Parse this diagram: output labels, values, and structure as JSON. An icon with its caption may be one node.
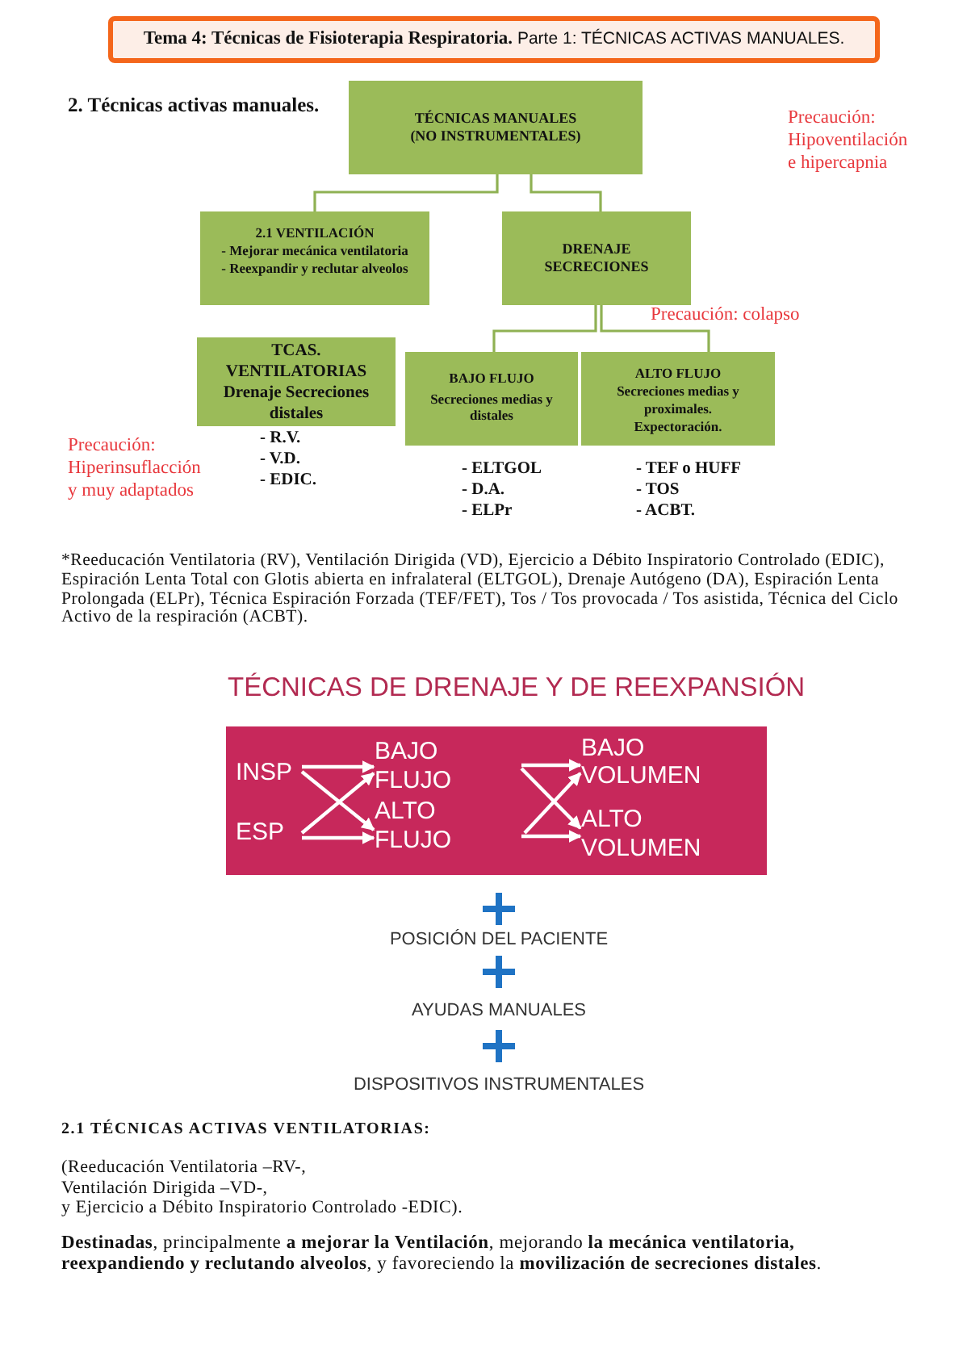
{
  "diagram": {
    "title": "**Tema 4: Técnicas de Fisioterapia Respiratoria.** Parte 1: TÉCNICAS ACTIVAS MANUALES.",
    "nodes": [
      {
        "text": [
          "TÉCNICAS MANUALES (NO INSTRUMENTALES)"
        ]
      },
      {
        "text": [
          "2.1 VENTILACIÓN",
          "- Mejorar mecánica ventilatoria",
          "- Reexpandir y reclutar alveolos"
        ]
      },
      {
        "text": [
          "DRENAJE SECRECIONES"
        ]
      },
      {
        "text": [
          "TCAS. VENTILATORIAS",
          "Drenaje Secreciones distales"
        ],
        "beside": [
          "- R.V.",
          "- V.D.",
          "- EDIC."
        ]
      },
      {
        "text": [
          "BAJO FLUJO",
          "Secreciones medias y distales"
        ],
        "beside": [
          "- ELTGOL",
          "- D.A.",
          "- ELPr"
        ]
      },
      {
        "text": [
          "ALTO FLUJO",
          "Secreciones medias y proximales. Expectoración."
        ],
        "beside": [
          "- TEF o HUFF",
          "- TOS",
          "- ACBT."
        ]
      },
      {
        "text": [],
        "shape": "box"
      },
      {
        "text": [
          "INSP"
        ],
        "in": 6
      },
      {
        "text": [
          "ESP"
        ],
        "in": 6
      },
      {
        "text": [
          "BAJO FLUJO"
        ],
        "in": 6
      },
      {
        "text": [
          "ALTO FLUJO"
        ],
        "in": 6
      },
      {
        "text": [
          "BAJO VOLUMEN"
        ],
        "in": 6
      },
      {
        "text": [
          "ALTO VOLUMEN"
        ],
        "in": 6
      }
    ],
    "edges": [
      {
        "from": 0,
        "to": 1,
        "arrow": "none",
        "color": "#8fb153"
      },
      {
        "from": 0,
        "to": 2,
        "arrow": "none",
        "color": "#8fb153"
      },
      {
        "from": 2,
        "to": 4,
        "arrow": "none",
        "color": "#8fb153"
      },
      {
        "from": 2,
        "to": 5,
        "arrow": "none",
        "color": "#8fb153"
      },
      {
        "from": 7,
        "to": 9,
        "arrow": "to"
      },
      {
        "from": 7,
        "to": 10,
        "arrow": "to"
      },
      {
        "from": 8,
        "to": 9,
        "arrow": "to"
      },
      {
        "from": 8,
        "to": 10,
        "arrow": "to"
      },
      {
        "from": null,
        "to": 11,
        "arrow": "to"
      },
      {
        "from": null,
        "to": 12,
        "arrow": "to"
      },
      {
        "from": null,
        "to": 11,
        "arrow": "to"
      },
      {
        "from": null,
        "to": 12,
        "arrow": "to"
      }
    ],
    "labels": [
      "2. Técnicas activas manuales.",
      "Precaución: Hipoventilación e hipercapnia",
      "Precaución: colapso",
      "Precaución: Hiperinsuflacción y muy adaptados",
      "*Reeducación Ventilatoria (RV), Ventilación Dirigida (VD), Ejercicio a Débito Inspiratorio Controlado (EDIC), Espiración Lenta Total con Glotis abierta en infralateral (ELTGOL), Drenaje Autógeno (DA), Espiración Lenta Prolongada (ELPr), Técnica Espiración Forzada (TEF/FET), Tos / Tos provocada / Tos asistida, Técnica del Ciclo Activo de la respiración (ACBT).",
      "TÉCNICAS DE DRENAJE Y DE REEXPANSIÓN",
      "POSICIÓN DEL PACIENTE",
      "AYUDAS MANUALES",
      "DISPOSITIVOS INSTRUMENTALES",
      "2.1 TÉCNICAS ACTIVAS VENTILATORIAS:",
      "(Reeducación Ventilatoria –RV-,",
      "Ventilación Dirigida –VD-,",
      "y Ejercicio a Débito Inspiratorio Controlado -EDIC).",
      "**Destinadas**, principalmente **a mejorar la Ventilación**, mejorando **la mecánica ventilatoria, reexpandiendo y reclutando alveolos**, y favoreciendo la **movilización de secreciones distales**."
    ]
  }
}
